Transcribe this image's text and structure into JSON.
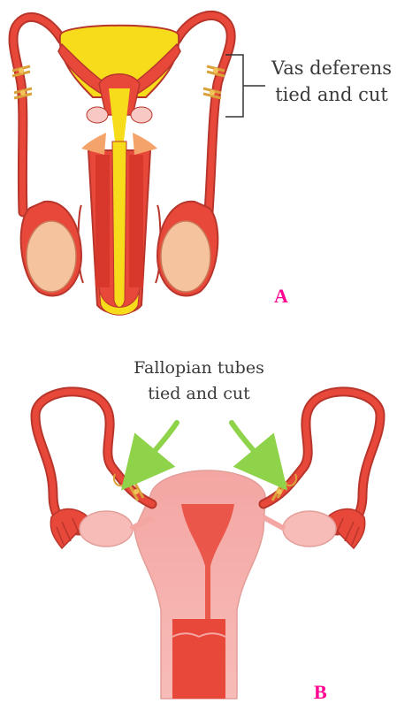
{
  "panel_a": {
    "label_line1": "Vas deferens",
    "label_line2": "tied and cut",
    "letter": "A"
  },
  "panel_b": {
    "label_line1": "Fallopian tubes",
    "label_line2": "tied and cut",
    "letter": "B"
  },
  "colors": {
    "tissue_red": "#e8483a",
    "tissue_dark": "#b8352b",
    "testis_peach": "#f5c39e",
    "bladder_yellow": "#f7dc1c",
    "uterus_pink": "#f6a9a6",
    "arrow_green": "#8fd34b",
    "letter_magenta": "#ff0090"
  }
}
